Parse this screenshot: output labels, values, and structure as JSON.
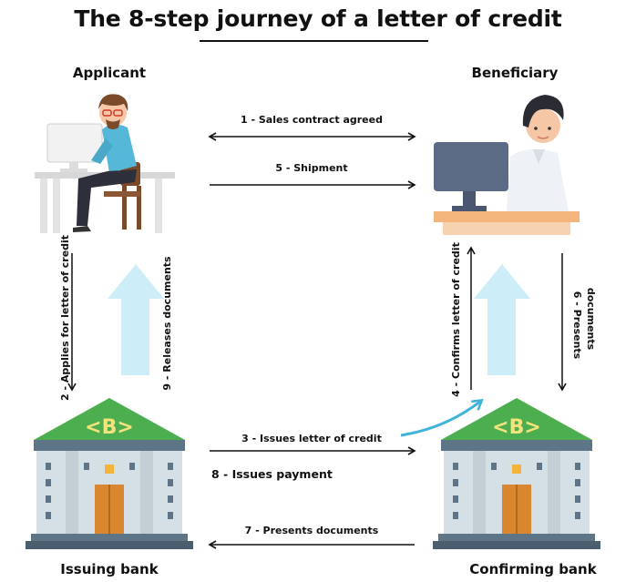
{
  "title": "The 8-step journey of a letter of credit",
  "parties": {
    "applicant": "Applicant",
    "beneficiary": "Beneficiary",
    "issuing_bank": "Issuing bank",
    "confirming_bank": "Confirming bank"
  },
  "bank_icon_letter": "<B>",
  "steps": {
    "s1": "1 - Sales contract agreed",
    "s2": "2 - Applies for letter of credit",
    "s3": "3 - Issues letter of credit",
    "s4": "4 - Confirms letter of credit",
    "s5": "5 - Shipment",
    "s6a": "6 - Presents",
    "s6b": "documents",
    "s7": "7 - Presents documents",
    "s8": "8 - Issues  payment",
    "s9": "9 - Releases documents"
  },
  "colors": {
    "roof_green": "#4cae4f",
    "bank_body": "#d5dfe6",
    "bank_door": "#d9862f",
    "desk": "#f4b67d",
    "monitor": "#5b6b86",
    "light_arrow": "#cdeef8",
    "curved_arrow": "#3fb3dc"
  }
}
